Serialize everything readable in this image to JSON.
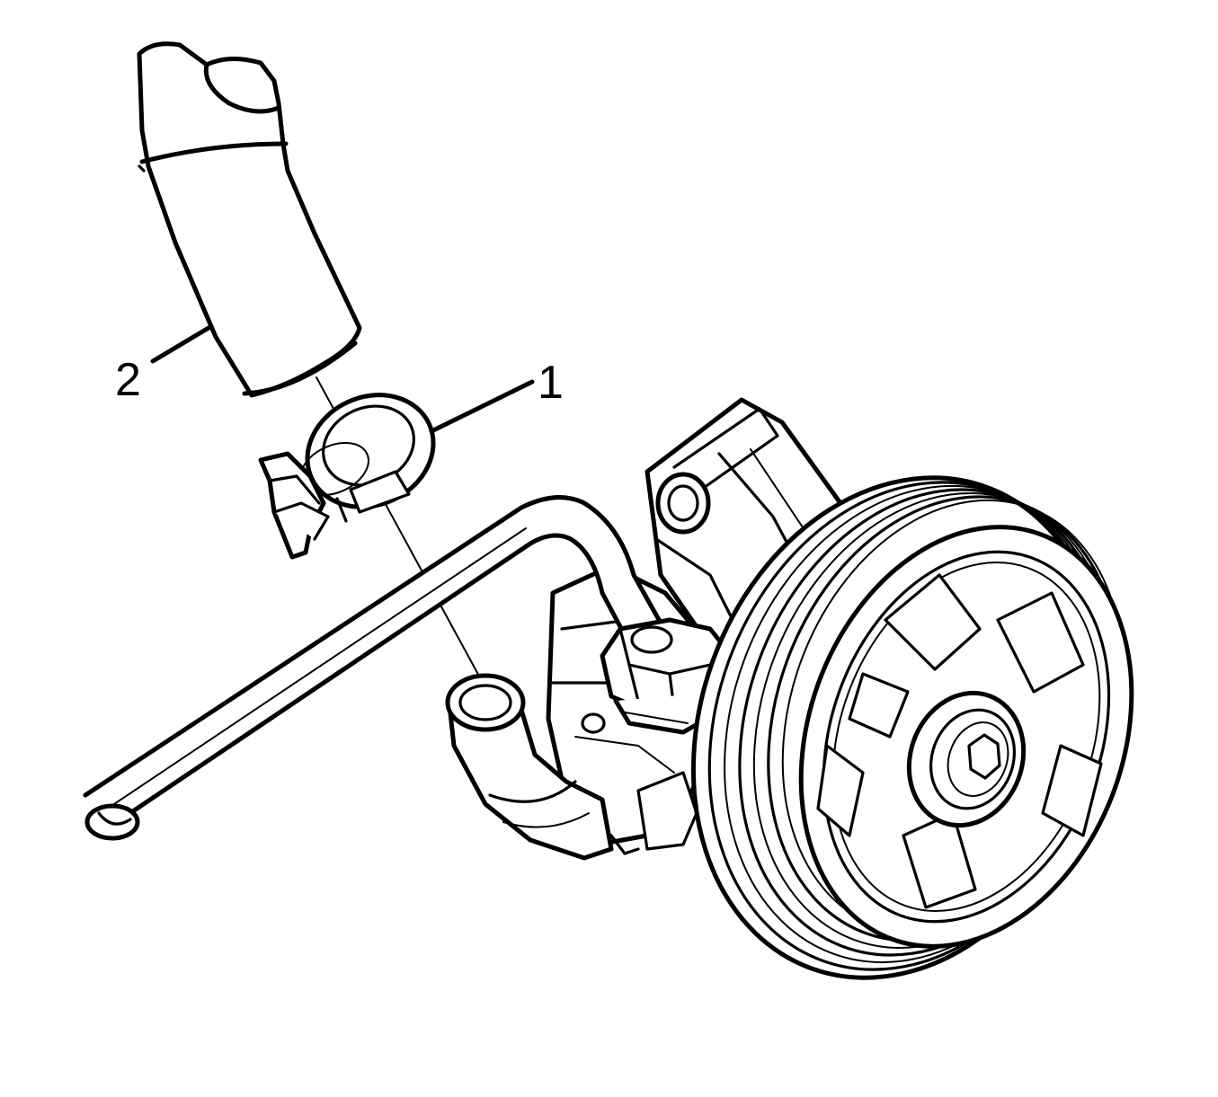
{
  "diagram": {
    "callouts": [
      {
        "id": "1",
        "label": "1"
      },
      {
        "id": "2",
        "label": "2"
      }
    ],
    "line_color": "#000000",
    "background_color": "#ffffff"
  }
}
